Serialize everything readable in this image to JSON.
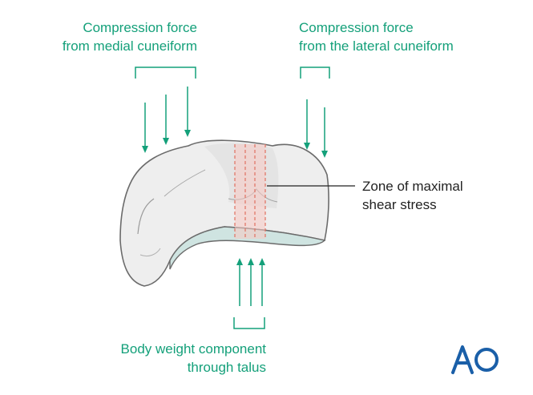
{
  "labels": {
    "medial": "Compression force\nfrom medial cuneiform",
    "lateral": "Compression force\nfrom the lateral cuneiform",
    "zone": "Zone of maximal\nshear stress",
    "body_weight": "Body weight component\nthrough talus"
  },
  "logo_text": "AO",
  "colors": {
    "arrow": "#14a07a",
    "label": "#14a07a",
    "zone_lines": "#e07060",
    "zone_fill": "#f7c9c2",
    "bone_fill": "#eeeeee",
    "bone_stroke": "#6b6b6b",
    "articular_surface": "#cfe4e1",
    "logo": "#1a5fa8"
  }
}
